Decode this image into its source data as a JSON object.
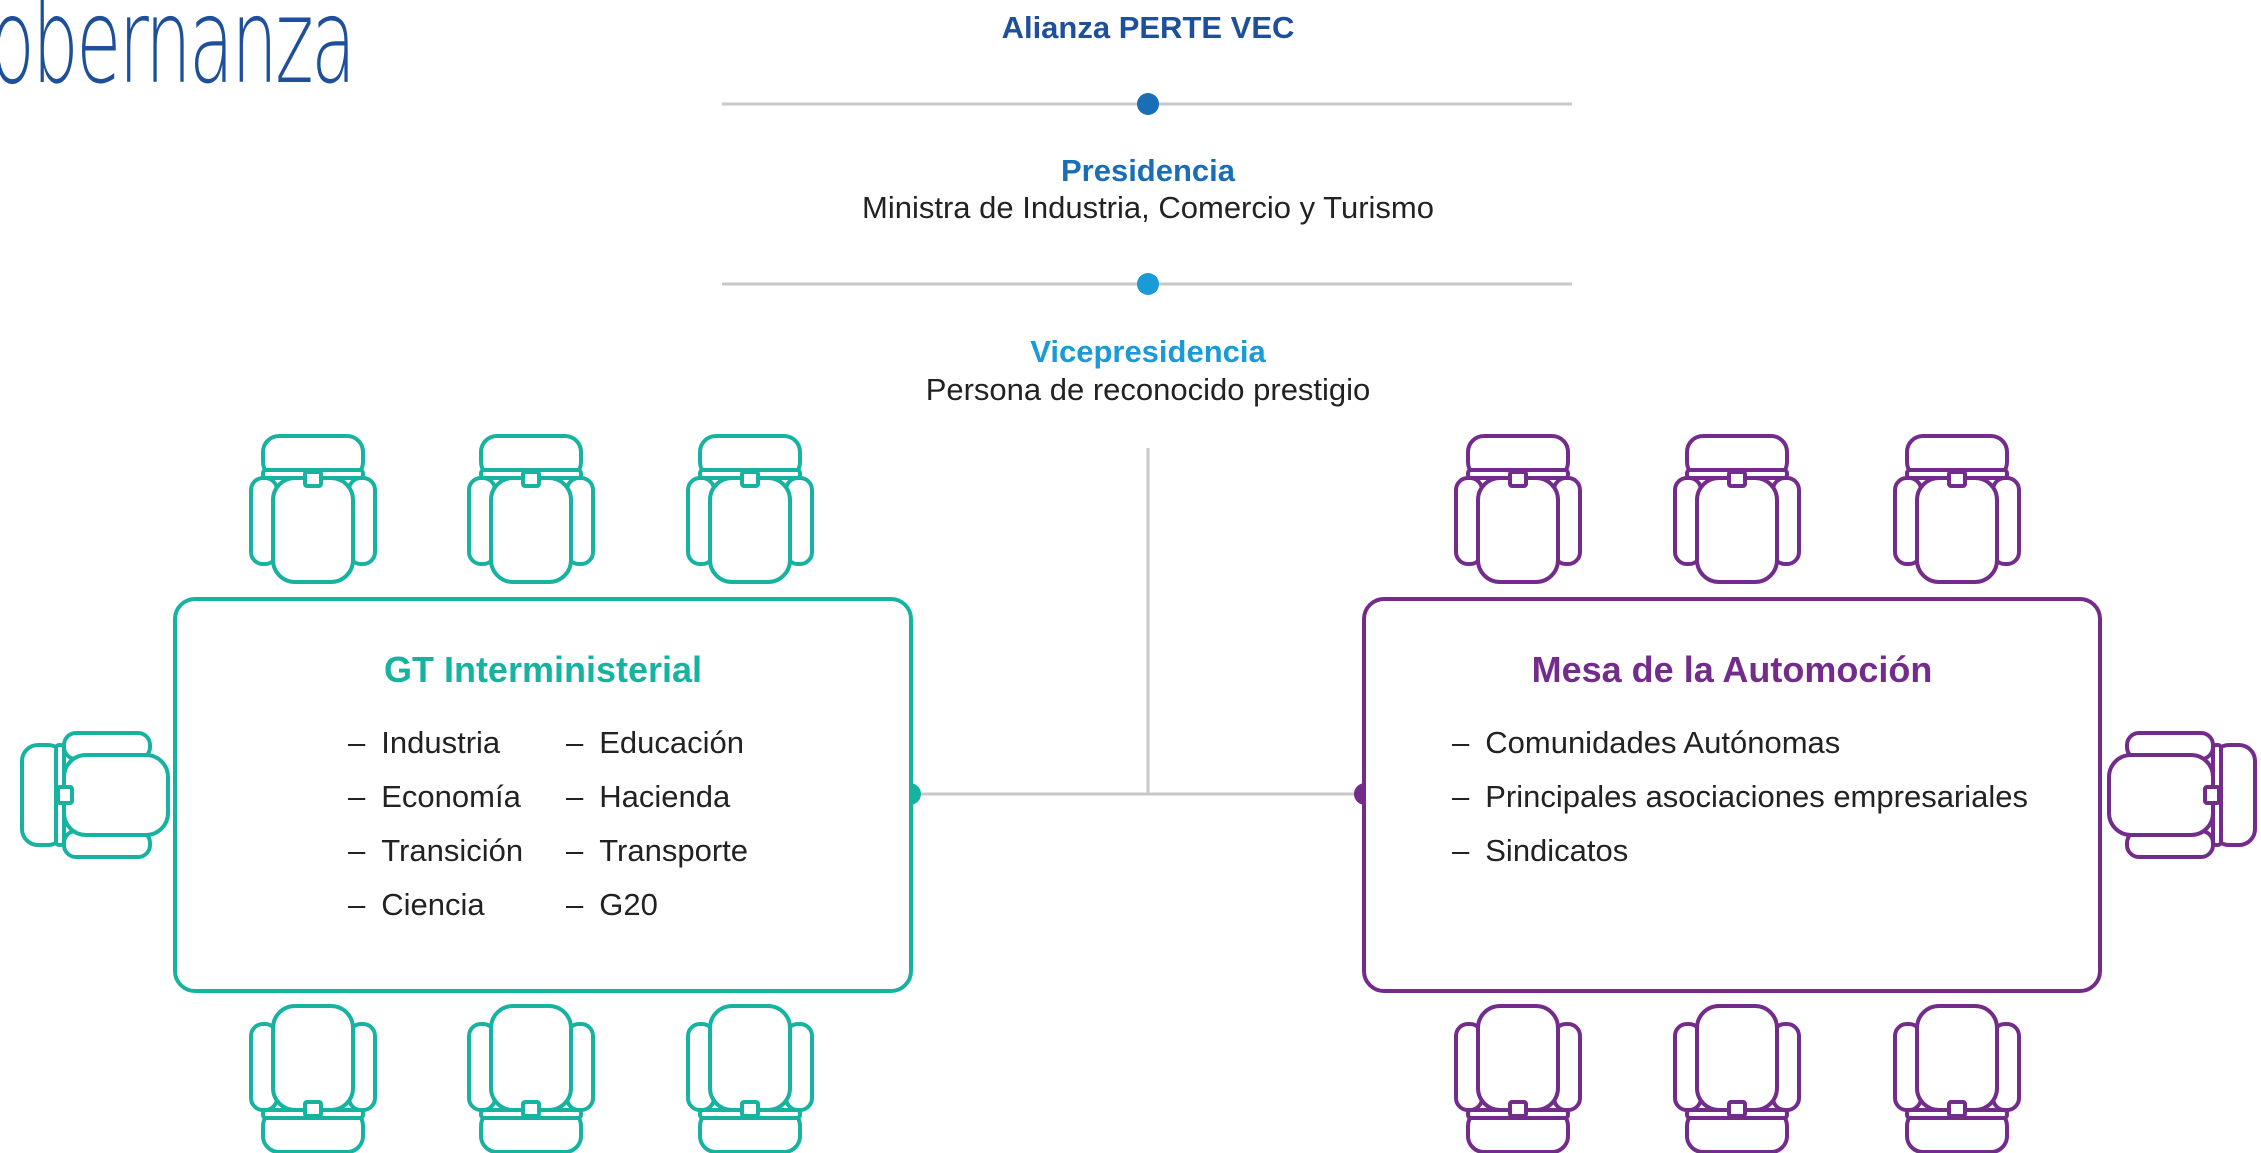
{
  "brand": {
    "title": "obernanza"
  },
  "hierarchy": {
    "alianza": "Alianza PERTE VEC",
    "presidencia": {
      "title": "Presidencia",
      "subtitle": "Ministra de Industria, Comercio y Turismo"
    },
    "vicepresidencia": {
      "title": "Vicepresidencia",
      "subtitle": "Persona de reconocido prestigio"
    }
  },
  "gt": {
    "title": "GT Interministerial",
    "dash": "–",
    "col1": [
      "Industria",
      "Economía",
      "Transición",
      "Ciencia"
    ],
    "col2": [
      "Educación",
      "Hacienda",
      "Transporte",
      "G20"
    ]
  },
  "mesa": {
    "title": "Mesa de la Automoción",
    "dash": "–",
    "items": [
      "Comunidades Autónomas",
      "Principales asociaciones empresariales",
      "Sindicatos"
    ]
  },
  "colors": {
    "navy": "#1d4f9a",
    "blue": "#1a6eb5",
    "lightblue": "#1a9ad6",
    "teal": "#16b3a0",
    "purple": "#742c8c",
    "line": "#c7c8ca"
  },
  "icons": {
    "chair": "chair-icon"
  }
}
